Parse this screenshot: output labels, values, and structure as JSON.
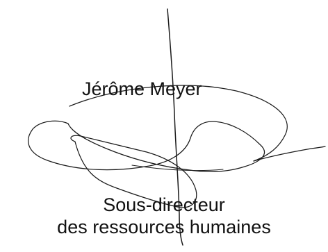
{
  "signature": {
    "name": "Jérôme Meyer",
    "title_line_1": "Sous-directeur",
    "title_line_2": "des ressources humaines",
    "icon": "handwritten-signature-icon",
    "ink_color": "#1a1a1a"
  }
}
